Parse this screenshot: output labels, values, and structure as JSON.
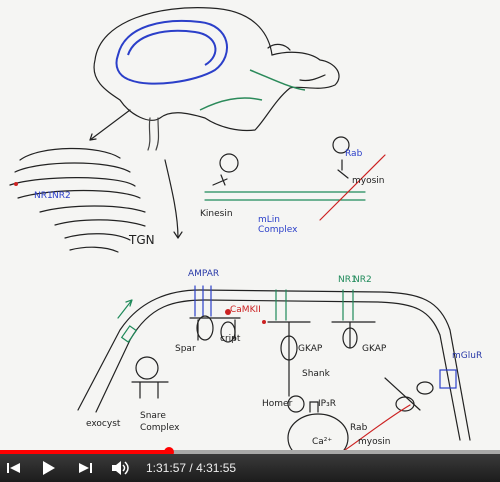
{
  "labels": {
    "tgn": "TGN",
    "nr1_top": "NR1",
    "nr2_top": "NR2",
    "kinesin": "Kinesin",
    "mlin": "mLin",
    "complex_top": "Complex",
    "rab_top": "Rab",
    "myosin_top": "myosin",
    "ampar": "AMPAR",
    "camkii": "CaMKII",
    "spar": "Spar",
    "cript": "cript",
    "gkap1": "GKAP",
    "gkap2": "GKAP",
    "nr1_bottom": "NR1",
    "nr2_bottom": "NR2",
    "mglur": "mGluR",
    "shank": "Shank",
    "homer": "Homer",
    "ip3r": "IP₃R",
    "ca": "Ca²⁺",
    "rab_bottom": "Rab",
    "myosin_bottom": "myosin",
    "exocyst": "exocyst",
    "snare": "Snare",
    "complex_bottom": "Complex"
  },
  "player": {
    "current_time": "1:31:57",
    "separator": " / ",
    "duration": "4:31:55",
    "progress_fraction": 0.338,
    "icons": [
      "skip-previous-icon",
      "play-icon",
      "skip-next-icon",
      "volume-icon"
    ]
  },
  "colors": {
    "progress": "#ff0000",
    "ink_blue": "#2b3fc9",
    "ink_green": "#1f8a5a",
    "ink_red": "#cc2222"
  }
}
